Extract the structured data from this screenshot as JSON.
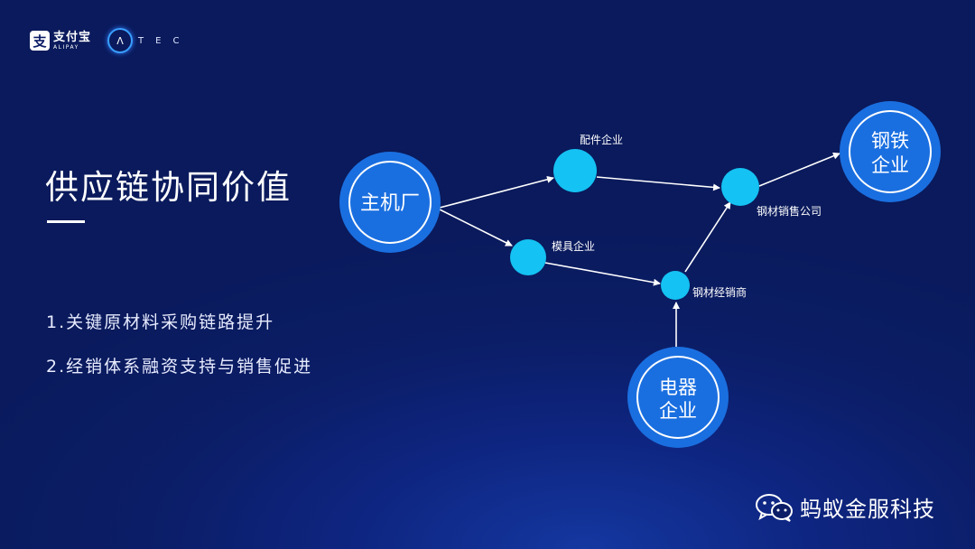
{
  "header": {
    "alipay_mark": "支",
    "alipay_cn": "支付宝",
    "alipay_en": "ALIPAY",
    "atec_ring": "Λ",
    "atec_letters": "TEC"
  },
  "slide": {
    "title": "供应链协同价值",
    "points": [
      "1.关键原材料采购链路提升",
      "2.经销体系融资支持与销售促进"
    ]
  },
  "diagram": {
    "large_nodes": {
      "main_factory": [
        "主机厂"
      ],
      "steel": [
        "钢铁",
        "企业"
      ],
      "electrical": [
        "电器",
        "企业"
      ]
    },
    "small_labels": {
      "parts": "配件企业",
      "mold": "模具企业",
      "steel_sales": "钢材销售公司",
      "steel_dealer": "钢材经销商"
    }
  },
  "watermark": {
    "text": "蚂蚁金服科技"
  },
  "colors": {
    "large_node": "#1a6fe0",
    "small_node": "#14c2f3",
    "arrow": "#ffffff"
  }
}
